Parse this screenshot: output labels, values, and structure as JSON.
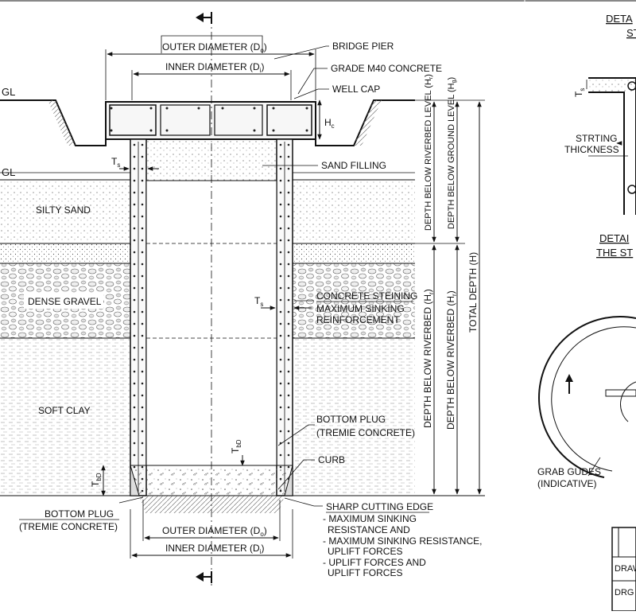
{
  "gl_top": "GL",
  "gl_bed": "GL",
  "soil": {
    "silty_sand": "SILTY SAND",
    "dense_gravel": "DENSE GRAVEL",
    "soft_clay": "SOFT CLAY"
  },
  "dims": {
    "outer_dia_top": "OUTER DIAMETER (D",
    "outer_dia_top_sub": "o",
    "inner_dia_top": "INNER DIAMETER (D",
    "inner_dia_top_sub": "i",
    "outer_dia_bot": "OUTER DIAMETER (D",
    "outer_dia_bot_sub": "o",
    "inner_dia_bot": "INNER DIAMETER (D",
    "inner_dia_bot_sub": "i",
    "ts1": "T",
    "ts1_sub": "s",
    "ts2": "T",
    "ts2_sub": "s",
    "hc": "H",
    "hc_sub": "c",
    "tbd1": "T",
    "tbd1_sub": "bD",
    "tbd2": "T",
    "tbd2_sub": "bD",
    "depth_riverbed_level": "DEPTH BELOW RIVERBED LEVEL (H",
    "depth_riverbed_level_sub": "r",
    "depth_ground_level": "DEPTH BELOW GROUND LEVEL (H",
    "depth_ground_level_sub": "g",
    "depth_riverbed_1": "DEPTH BELOW RIVERBED (H",
    "depth_riverbed_1_sub": "r",
    "depth_riverbed_2": "DEPTH BELOW RIVERBED (H",
    "depth_riverbed_2_sub": "r",
    "total_depth": "TOTAL DEPTH (H)"
  },
  "callouts": {
    "bridge_pier": "BRIDGE PIER",
    "grade_concrete": "GRADE M40 CONCRETE",
    "well_cap": "WELL CAP",
    "sand_filling": "SAND FILLING",
    "concrete_steining": "CONCRETE STEINING",
    "max_sinking_reinf_1": "MAXIMUM SINKING",
    "max_sinking_reinf_2": "REINFORCEMENT",
    "bottom_plug_r_1": "BOTTOM PLUG",
    "bottom_plug_r_2": "(TREMIE CONCRETE)",
    "curb": "CURB",
    "bottom_plug_l_1": "BOTTOM PLUG",
    "bottom_plug_l_2": "(TREMIE CONCRETE)",
    "sharp_edge": "SHARP CUTTING EDGE",
    "edge_note_1": "- MAXIMUM SINKING",
    "edge_note_2": "RESISTANCE AND",
    "edge_note_3": "- MAXIMUM SINKING RESISTANCE,",
    "edge_note_4": "UPLIFT FORCES",
    "edge_note_5": "- UPLIFT FORCES AND",
    "edge_note_6": "UPLIFT FORCES"
  },
  "detail": {
    "title1_a": "DETA",
    "title1_b": "ST",
    "ts": "T",
    "ts_sub": "s",
    "strting_1": "STRTING",
    "strting_2": "THICKNESS",
    "title2_a": "DETAI",
    "title2_b": "THE ST",
    "grab_1": "GRAB GUDES",
    "grab_2": "(INDICATIVE)"
  },
  "title_block": {
    "row1": "DRAW",
    "row2": "DRG N"
  }
}
